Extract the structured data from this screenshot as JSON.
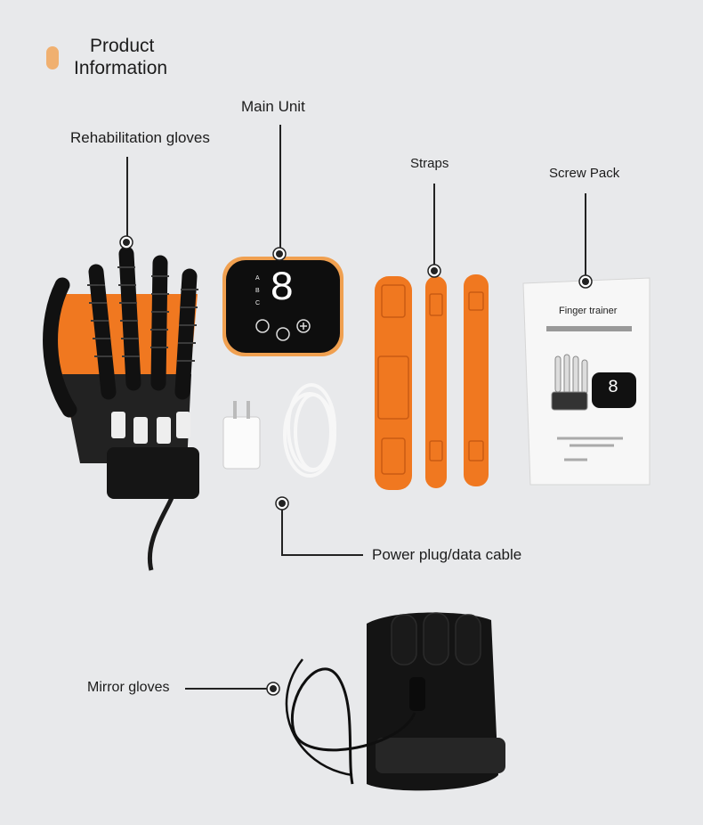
{
  "header": {
    "title_line1": "Product",
    "title_line2": "Information",
    "accent_color": "#f0b070"
  },
  "labels": {
    "rehab_gloves": "Rehabilitation gloves",
    "main_unit": "Main Unit",
    "straps": "Straps",
    "screw_pack": "Screw Pack",
    "power_plug": "Power plug/data cable",
    "mirror_gloves": "Mirror gloves"
  },
  "main_unit_display": {
    "modes": [
      "A",
      "B",
      "C"
    ],
    "digit": "8"
  },
  "manual": {
    "title": "Finger trainer",
    "device_digit": "8"
  },
  "colors": {
    "background": "#e8e9eb",
    "orange": "#f07820",
    "black": "#141414"
  }
}
